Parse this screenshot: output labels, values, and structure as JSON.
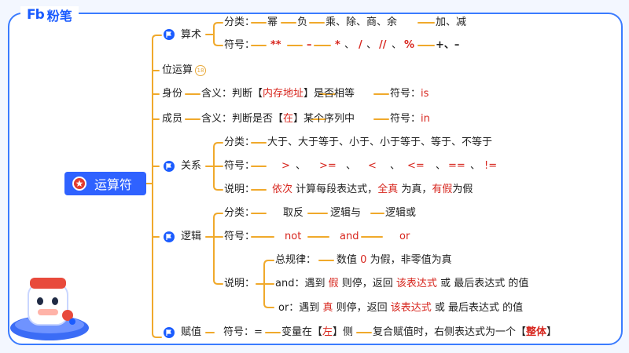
{
  "brand": {
    "mark": "Fb",
    "name": "粉笔"
  },
  "root": {
    "label": "运算符"
  },
  "colors": {
    "accent": "#1b5cff",
    "line": "#f0a92b",
    "emphasis": "#d7261e"
  },
  "arith": {
    "label": "算术",
    "type_label": "分类：",
    "types": [
      "幂",
      "负",
      "乘、除、商、余",
      "加、减"
    ],
    "sym_label": "符号：",
    "syms": [
      "**",
      "–",
      "*",
      "、",
      "/",
      "、",
      "//",
      "、",
      "%",
      "+、–"
    ]
  },
  "bitwise": {
    "label": "位运算",
    "badge": "18"
  },
  "identity": {
    "label": "身份",
    "meaning_label": "含义：判断【",
    "meaning_em": "内存地址",
    "meaning_tail": "】是否相等",
    "sym_label": "符号：",
    "sym": "is"
  },
  "member": {
    "label": "成员",
    "meaning_label": "含义：判断是否【",
    "meaning_em": "在",
    "meaning_tail": "】某个序列中",
    "sym_label": "符号：",
    "sym": "in"
  },
  "relation": {
    "label": "关系",
    "type_label": "分类：",
    "types": "大于、大于等于、小于、小于等于、等于、不等于",
    "sym_label": "符号：",
    "syms": [
      ">",
      "、",
      ">=",
      "、",
      "<",
      "、",
      "<=",
      "、",
      "==",
      "、",
      "!="
    ],
    "desc_label": "说明：",
    "desc_em1": "依次",
    "desc_mid": "计算每段表达式，",
    "desc_em2": "全真",
    "desc_mid2": "为真，",
    "desc_em3": "有假",
    "desc_tail": "为假"
  },
  "logic": {
    "label": "逻辑",
    "type_label": "分类：",
    "types": [
      "取反",
      "逻辑与",
      "逻辑或"
    ],
    "sym_label": "符号：",
    "syms": [
      "not",
      "and",
      "or"
    ],
    "desc_label": "说明：",
    "rule_label": "总规律：",
    "rule_pre": "数值",
    "rule_em": "0",
    "rule_tail": "为假，非零值为真",
    "and_label": "and：遇到",
    "and_em": "假",
    "and_mid": "则停，返回",
    "and_em2": "该表达式",
    "and_tail": "或 最后表达式 的值",
    "or_label": "or：遇到",
    "or_em": "真",
    "or_mid": "则停，返回",
    "or_em2": "该表达式",
    "or_tail": "或 最后表达式 的值"
  },
  "assign": {
    "label": "赋值",
    "sym_label": "符号：=",
    "side_pre": "变量在【",
    "side_em": "左",
    "side_tail": "】侧",
    "compound_pre": "复合赋值时，右侧表达式为一个【",
    "compound_em": "整体",
    "compound_tail": "】"
  }
}
